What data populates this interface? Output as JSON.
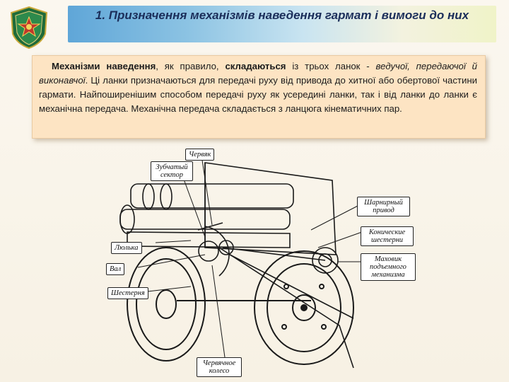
{
  "header": {
    "title": "1. Призначення механізмів наведення гармат і вимоги до них",
    "emblem_icon": "military-emblem-icon"
  },
  "body": {
    "text_parts": [
      {
        "text": "Механізми наведення",
        "style": "bold"
      },
      {
        "text": ", як правило, ",
        "style": "normal"
      },
      {
        "text": "складаються",
        "style": "bold"
      },
      {
        "text": " із трьох ланок - ",
        "style": "normal"
      },
      {
        "text": "ведучої, передаючої й виконавчої",
        "style": "italic"
      },
      {
        "text": ". Ці ланки призначаються для передачі руху від привода до хитної або обертової частини гармати. Найпоширенішим способом передачі руху як усередині ланки, так і від ланки до ланки є механічна передача. Механічна передача складається з ланцюга кінематичних пар.",
        "style": "normal"
      }
    ]
  },
  "diagram": {
    "callouts": {
      "worm": "Червяк",
      "gear_sector": "Зубчатый сектор",
      "hinge_drive": "Шарнирный привод",
      "bevel_gears": "Конические шестерни",
      "cradle": "Люлька",
      "shaft": "Вал",
      "handwheel": "Маховик подъемного механизма",
      "gears": "Шестерня",
      "worm_wheel": "Червячное колесо"
    }
  },
  "colors": {
    "title_text": "#1b2e5a",
    "title_bar_start": "#5fa6d8",
    "text_box_bg": "#fde4c3",
    "page_bg": "#fbf6ec"
  }
}
